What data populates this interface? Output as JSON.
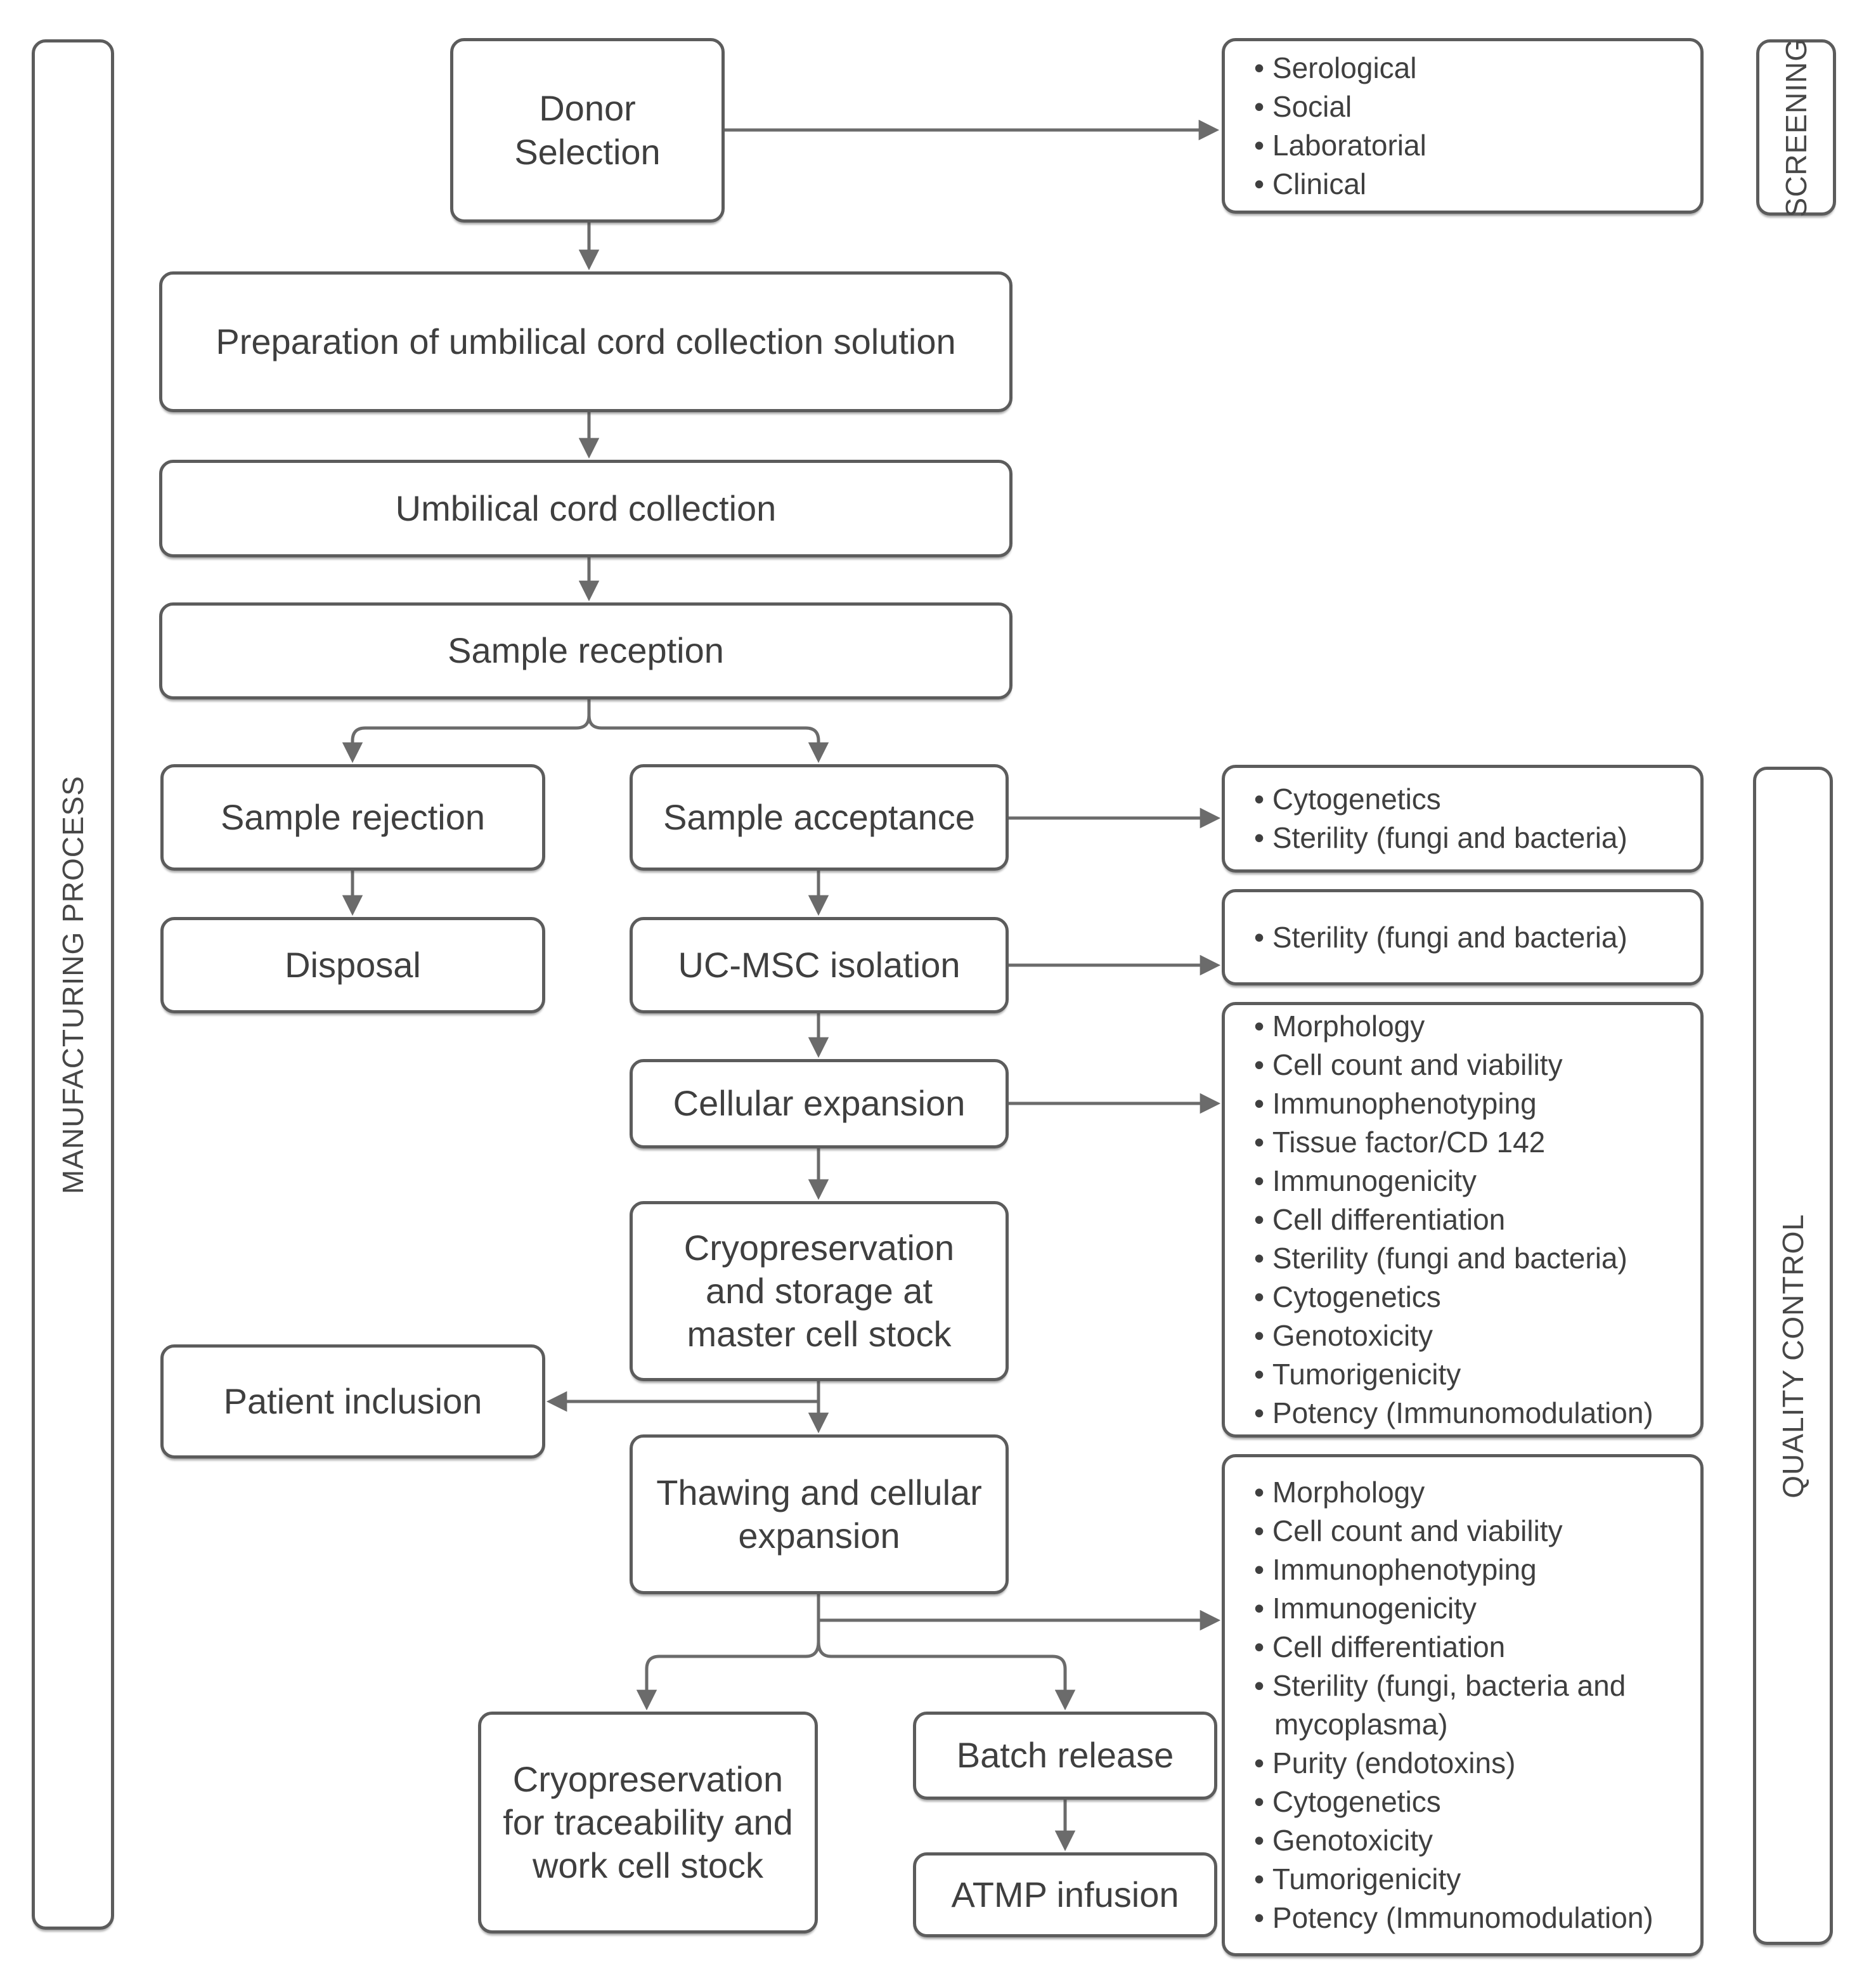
{
  "diagram": {
    "bars": {
      "manufacturing": "MANUFACTURING PROCESS",
      "screening": "SCREENING",
      "quality": "QUALITY CONTROL"
    },
    "nodes": {
      "donor": "Donor Selection",
      "prep": "Preparation of umbilical cord collection solution",
      "cord": "Umbilical cord collection",
      "reception": "Sample reception",
      "rejection": "Sample rejection",
      "acceptance": "Sample acceptance",
      "disposal": "Disposal",
      "isolation": "UC-MSC isolation",
      "expansion": "Cellular expansion",
      "cryostorage": "Cryopreservation and storage at master cell stock",
      "patient": "Patient inclusion",
      "thawing": "Thawing and cellular expansion",
      "cryotrace": "Cryopreservation for traceability and work cell stock",
      "batch": "Batch release",
      "atmp": "ATMP infusion"
    },
    "lists": {
      "screening_tests": {
        "items": [
          "Serological",
          "Social",
          "Laboratorial",
          "Clinical"
        ]
      },
      "qc_acceptance": {
        "items": [
          "Cytogenetics",
          "Sterility (fungi and bacteria)"
        ]
      },
      "qc_isolation": {
        "items": [
          "Sterility (fungi and bacteria)"
        ]
      },
      "qc_expansion": {
        "items": [
          "Morphology",
          "Cell count and viability",
          "Immunophenotyping",
          "Tissue factor/CD 142",
          "Immunogenicity",
          "Cell differentiation",
          "Sterility (fungi and bacteria)",
          "Cytogenetics",
          "Genotoxicity",
          "Tumorigenicity",
          "Potency (Immunomodulation)"
        ]
      },
      "qc_thawing": {
        "items": [
          "Morphology",
          "Cell count and viability",
          "Immunophenotyping",
          "Immunogenicity",
          "Cell differentiation",
          "Sterility (fungi, bacteria and mycoplasma)",
          "Purity (endotoxins)",
          "Cytogenetics",
          "Genotoxicity",
          "Tumorigenicity",
          "Potency (Immunomodulation)"
        ]
      }
    },
    "colors": {
      "line": "#6b6b6b",
      "border": "#5c5c5c",
      "text": "#3f3f3f",
      "background": "#ffffff"
    }
  }
}
